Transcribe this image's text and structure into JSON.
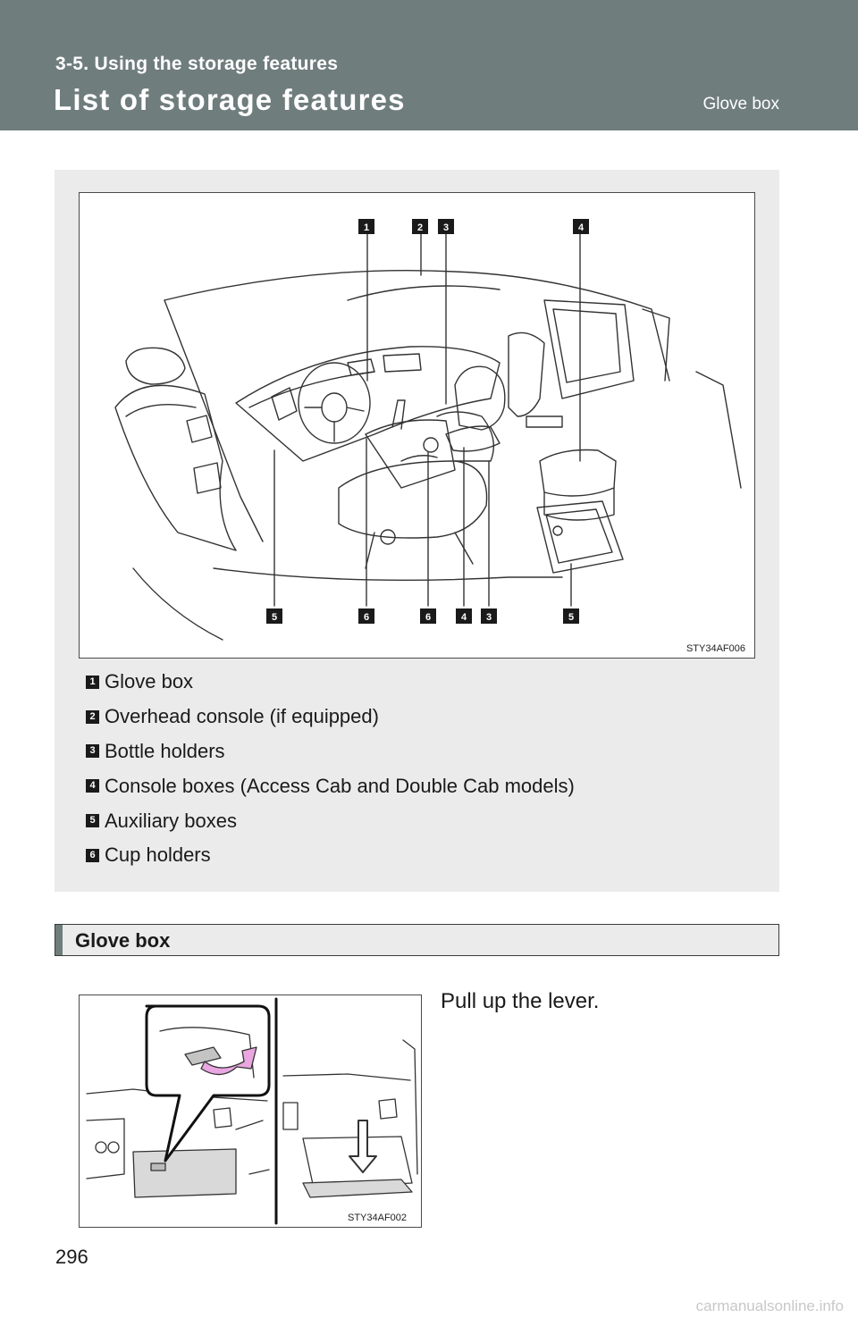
{
  "header": {
    "section": "3-5. Using the storage features",
    "title": "List of storage features",
    "tab": "Glove box"
  },
  "figure_main": {
    "code": "STY34AF006",
    "callouts_top": [
      "1",
      "2",
      "3",
      "4"
    ],
    "callouts_bottom": [
      "5",
      "6",
      "6",
      "4",
      "3",
      "5"
    ]
  },
  "legend": [
    {
      "num": "1",
      "label": "Glove box"
    },
    {
      "num": "2",
      "label": "Overhead console (if equipped)"
    },
    {
      "num": "3",
      "label": "Bottle holders"
    },
    {
      "num": "4",
      "label": "Console boxes (Access Cab and Double Cab models)"
    },
    {
      "num": "5",
      "label": "Auxiliary boxes"
    },
    {
      "num": "6",
      "label": "Cup holders"
    }
  ],
  "subsection": {
    "title": "Glove box",
    "instruction": "Pull up the lever.",
    "figure_code": "STY34AF002"
  },
  "footer": {
    "page_number": "296",
    "watermark": "carmanualsonline.info"
  },
  "colors": {
    "header_bg": "#6f7d7c",
    "panel_bg": "#ebebeb",
    "badge_bg": "#1a1a1a",
    "arrow_pink": "#e9a6e0"
  }
}
